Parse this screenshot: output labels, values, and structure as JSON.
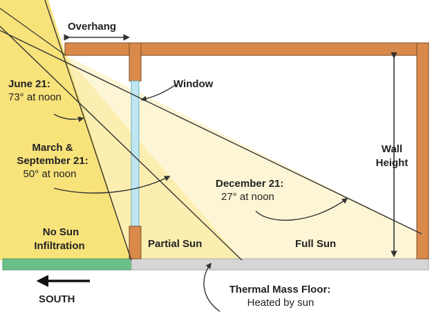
{
  "labels": {
    "overhang": "Overhang",
    "window": "Window",
    "june": {
      "title": "June 21:",
      "detail": "73° at noon"
    },
    "equinox": {
      "line1": "March &",
      "line2": "September 21:",
      "detail": "50° at noon"
    },
    "december": {
      "title": "December 21:",
      "detail": "27° at noon"
    },
    "wall_height": {
      "line1": "Wall",
      "line2": "Height"
    },
    "no_sun": {
      "line1": "No Sun",
      "line2": "Infiltration"
    },
    "partial_sun": "Partial Sun",
    "full_sun": "Full Sun",
    "floor": {
      "title": "Thermal Mass Floor:",
      "detail": "Heated by sun"
    },
    "south": "SOUTH"
  },
  "colors": {
    "wall": "#d98a4a",
    "wall_outline": "#7a4a22",
    "no_sun_zone": "#f8e27a",
    "partial_sun_zone": "#fbeeb0",
    "full_sun_zone": "#fdf6d6",
    "ground": "#6dbf8a",
    "floor": "#d6d6d6",
    "glass": "#bfe6f2",
    "ray": "#333333",
    "text": "#222222"
  }
}
